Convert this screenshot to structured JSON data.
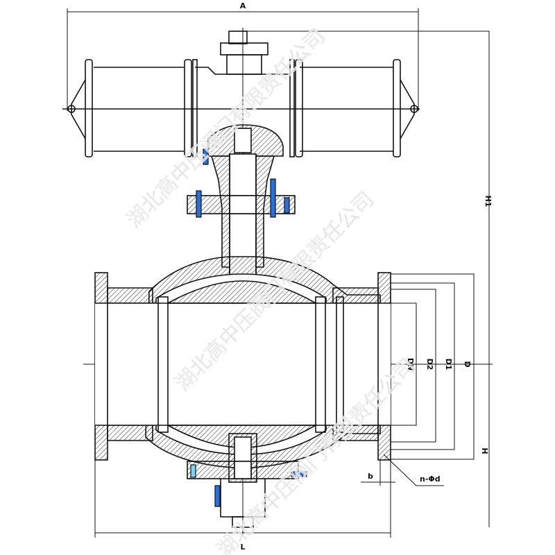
{
  "drawing": {
    "title": "Pneumatic trunnion ball valve general arrangement",
    "dimensions": {
      "actuator_length": "A",
      "height_top": "H1",
      "height_bottom": "H",
      "face_to_face": "L",
      "nominal_bore": "DN",
      "raised_face_dia": "D2",
      "bolt_circle_dia": "D1",
      "flange_dia": "D",
      "flange_thickness": "b",
      "bolt_holes": "n-Φd"
    },
    "colors": {
      "line": "#111111",
      "bolt": "#2a6fd6",
      "bolt_highlight": "#7fd3f0",
      "watermark": "#969696"
    }
  },
  "watermark": {
    "text": "湖北高中压阀门有限责任公司"
  }
}
